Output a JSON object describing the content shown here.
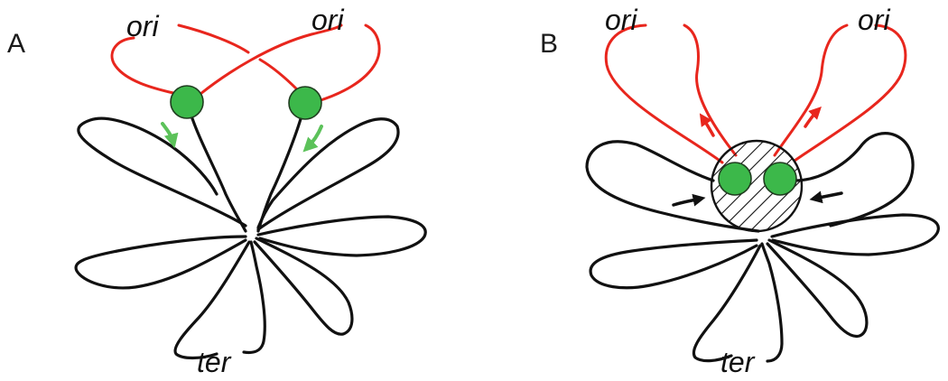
{
  "panels": {
    "a": {
      "label": "A",
      "ori_left": "ori",
      "ori_right": "ori",
      "ter": "ter"
    },
    "b": {
      "label": "B",
      "ori_left": "ori",
      "ori_right": "ori",
      "ter": "ter"
    }
  },
  "colors": {
    "chromosome": "#111111",
    "newly_replicated_dna": "#e8261d",
    "replisome": "#3cb84a",
    "replisome_motion_arrow": "#5cc25a"
  }
}
